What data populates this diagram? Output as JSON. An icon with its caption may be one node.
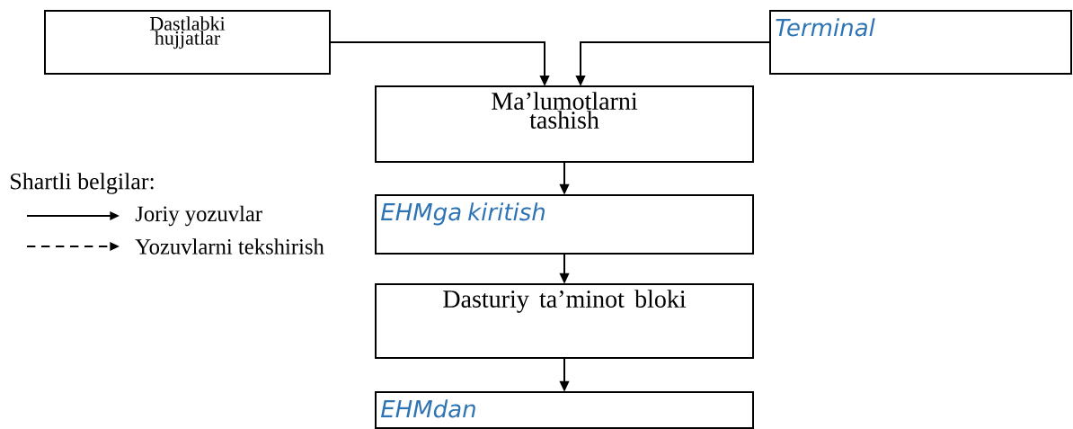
{
  "diagram": {
    "nodes": [
      {
        "text": [
          "Dastlabki hujjatlar"
        ]
      },
      {
        "text": [
          "Terminal"
        ]
      },
      {
        "text": [
          "Ma’lumotlarni tashish"
        ]
      },
      {
        "text": [
          "EHMga kiritish"
        ]
      },
      {
        "text": [
          "Dasturiy ta’minot bloki"
        ]
      },
      {
        "text": [
          "EHMdan"
        ]
      }
    ],
    "edges": [
      {
        "from": 0,
        "to": 2,
        "arrow": "to"
      },
      {
        "from": 1,
        "to": 2,
        "arrow": "to"
      },
      {
        "from": 2,
        "to": 3,
        "arrow": "to"
      },
      {
        "from": 3,
        "to": 4,
        "arrow": "to"
      },
      {
        "from": 4,
        "to": 5,
        "arrow": "to"
      }
    ],
    "labels": [
      "Shartli belgilar:"
    ],
    "legend": [
      {
        "text": "Joriy yozuvlar"
      },
      {
        "text": "Yozuvlarni tekshirish"
      }
    ]
  }
}
